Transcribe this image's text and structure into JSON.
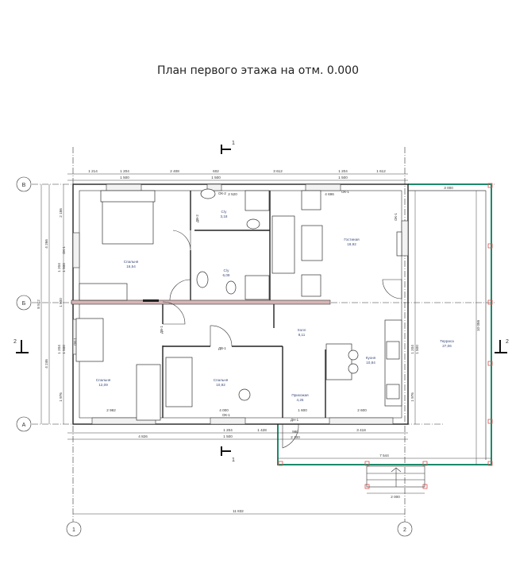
{
  "title": "План первого этажа на отм. 0.000",
  "axes": {
    "v": "В",
    "b": "Б",
    "a": "А",
    "one": "1",
    "two": "2"
  },
  "sections": {
    "one": "1",
    "two": "2"
  },
  "rooms": [
    {
      "name": "Спальня",
      "area": "16,54"
    },
    {
      "name": "С/у",
      "area": "3,18"
    },
    {
      "name": "С/у",
      "area": "6,09"
    },
    {
      "name": "Гостиная",
      "area": "18,92"
    },
    {
      "name": "Холл",
      "area": "8,11"
    },
    {
      "name": "Кухня",
      "area": "10,84"
    },
    {
      "name": "Прихожая",
      "area": "4,25"
    },
    {
      "name": "Терраса",
      "area": "27,06"
    },
    {
      "name": "Спальня",
      "area": "12,09"
    },
    {
      "name": "Спальня",
      "area": "10,92"
    }
  ],
  "marks": [
    "ОК-1",
    "ОК-2",
    "ОК-1",
    "ДВ-2",
    "ДВ-1",
    "ДВ-1",
    "ДН-1",
    "ОК-1",
    "ОК-1",
    "ОК-1"
  ],
  "dims_top": [
    "1 214",
    "1 204",
    "2 408",
    "602",
    "3 612",
    "1 204",
    "1 612",
    "1 500",
    "1 500",
    "1 500",
    "3 000",
    "4 696",
    "2 520"
  ],
  "dims_left": [
    "2 186",
    "1 204",
    "1 500",
    "1 800",
    "1 204",
    "1 500",
    "1 976",
    "4 266",
    "4 246",
    "8 512"
  ],
  "dims_bottom": [
    "4 826",
    "1 204",
    "1 500",
    "1 428",
    "3 418",
    "7 544",
    "2 000",
    "11 832",
    "2 982",
    "4 000",
    "1 600",
    "2 600",
    "980",
    "2 100"
  ],
  "dims_right": [
    "10 056",
    "1 976",
    "1 500",
    "1 204"
  ]
}
